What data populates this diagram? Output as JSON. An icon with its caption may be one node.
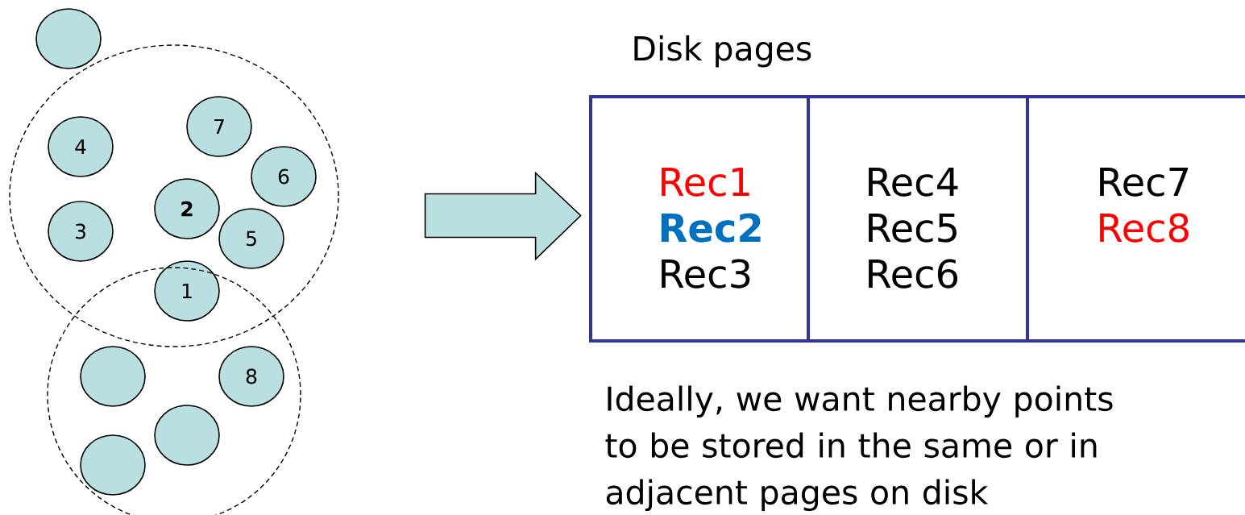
{
  "diagram": {
    "nodes": [
      {
        "text": [],
        "shape": "circle"
      },
      {
        "text": [],
        "shape": "circle"
      },
      {
        "text": [
          "4"
        ],
        "in": 1
      },
      {
        "text": [
          "7"
        ],
        "in": 1
      },
      {
        "text": [
          "6"
        ],
        "in": 1
      },
      {
        "text": [
          "2"
        ],
        "in": 1
      },
      {
        "text": [
          "3"
        ],
        "in": 1
      },
      {
        "text": [
          "5"
        ],
        "in": 1
      },
      {
        "text": [
          "1"
        ],
        "in": 1
      },
      {
        "text": [],
        "shape": "circle"
      },
      {
        "text": [],
        "shape": "circle",
        "in": 9
      },
      {
        "text": [
          "8"
        ],
        "in": 9
      },
      {
        "text": [],
        "shape": "circle",
        "in": 9
      },
      {
        "text": [],
        "shape": "circle",
        "in": 9
      },
      {
        "text": [
          "Disk pages"
        ]
      },
      {
        "text": [
          "Rec1",
          "Rec2",
          "Rec3"
        ],
        "in": 14
      },
      {
        "text": [
          "Rec4",
          "Rec5",
          "Rec6"
        ],
        "in": 14
      },
      {
        "text": [
          "Rec7",
          "Rec8"
        ],
        "in": 14
      }
    ],
    "edges": [
      {
        "from": null,
        "to": 14,
        "arrow": "to"
      }
    ],
    "labels": [
      "Ideally, we want nearby points to be stored in the same or in adjacent pages on disk"
    ]
  }
}
